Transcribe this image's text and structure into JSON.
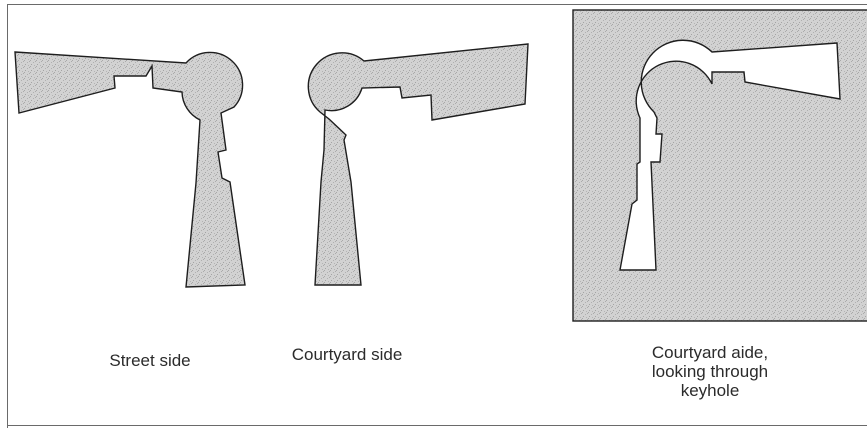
{
  "captions": {
    "street_side": "Street side",
    "courtyard_side": "Courtyard side",
    "courtyard_through_keyhole": "Courtyard aide,\nlooking through\nkeyhole"
  },
  "colors": {
    "stipple_background": "#d2d2d2",
    "stipple_dot": "#a8a8a8",
    "outline": "#1e1e1e",
    "paper": "#ffffff",
    "caption_text": "#2b2b2b"
  },
  "icons": [
    "keyhole-shape-icon"
  ]
}
